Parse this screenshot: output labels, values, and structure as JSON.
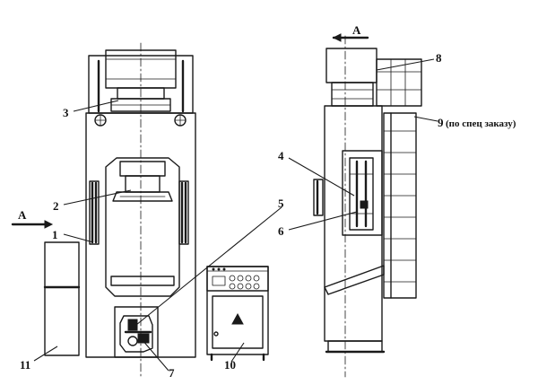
{
  "callouts": {
    "c1": "1",
    "c2": "2",
    "c3": "3",
    "c4": "4",
    "c5": "5",
    "c6": "6",
    "c7": "7",
    "c8": "8",
    "c9": "9",
    "c9_note": "(по спец заказу)",
    "c10": "10",
    "c11": "11"
  },
  "view_marks": {
    "left": "А",
    "top": "А"
  }
}
